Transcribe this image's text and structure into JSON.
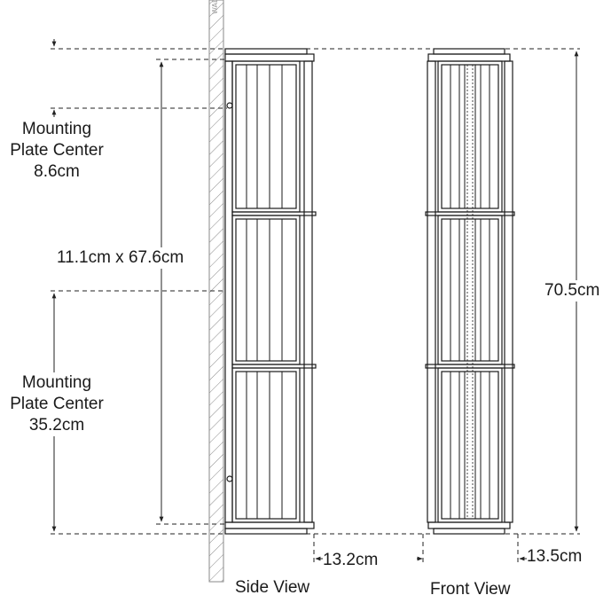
{
  "labels": {
    "mount_top_line1": "Mounting",
    "mount_top_line2": "Plate Center",
    "mount_top_value": "8.6cm",
    "backplate": "11.1cm x 67.6cm",
    "mount_bottom_line1": "Mounting",
    "mount_bottom_line2": "Plate Center",
    "mount_bottom_value": "35.2cm",
    "height": "70.5cm",
    "side_depth": "13.2cm",
    "front_width": "13.5cm",
    "side_view": "Side View",
    "front_view": "Front View",
    "wall": "WALL"
  },
  "colors": {
    "line": "#1a1a1a",
    "dim_line": "#222222",
    "hatch": "#8a8a8a"
  }
}
